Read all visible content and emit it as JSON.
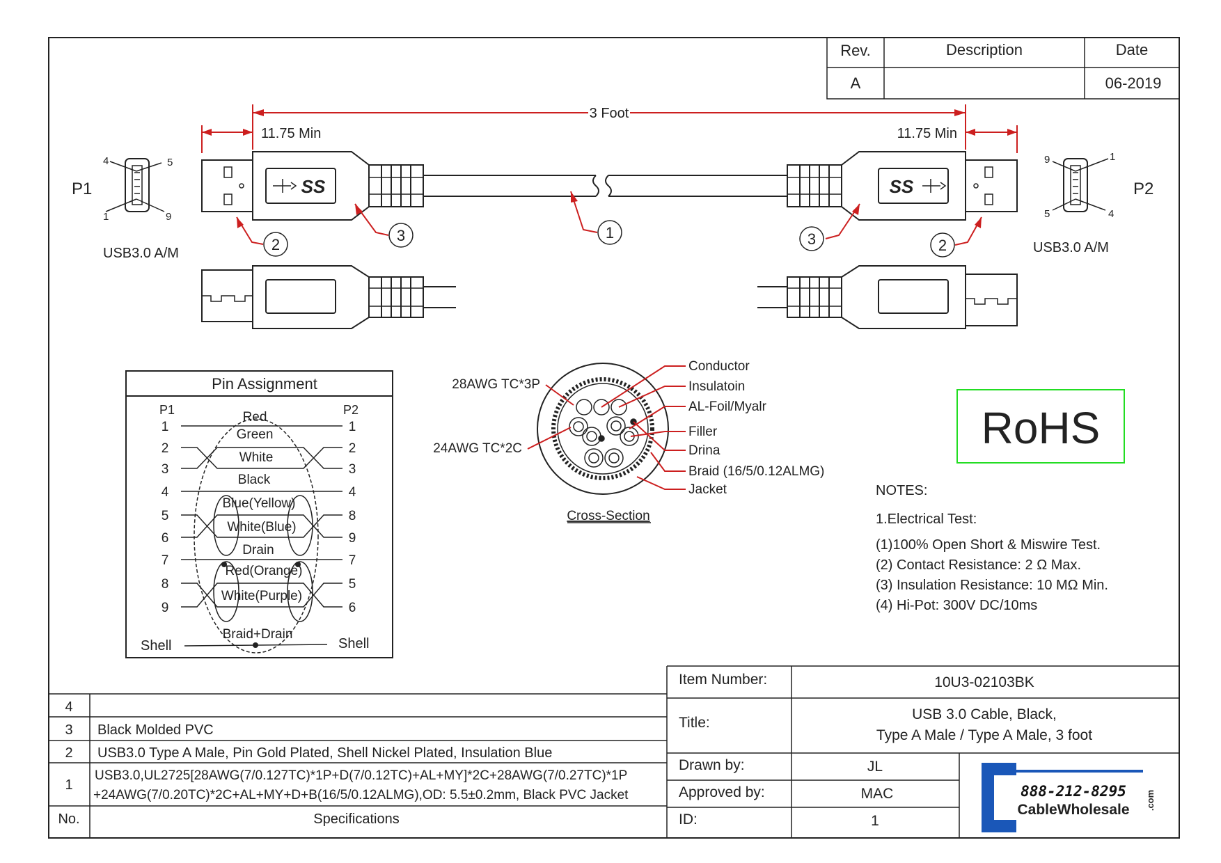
{
  "revision_block": {
    "headers": {
      "rev": "Rev.",
      "description": "Description",
      "date": "Date"
    },
    "row": {
      "rev": "A",
      "description": "",
      "date": "06-2019"
    }
  },
  "dimensions": {
    "overall": "3 Foot",
    "left_min": "11.75 Min",
    "right_min": "11.75 Min"
  },
  "connectors": {
    "p1_label": "P1",
    "p2_label": "P2",
    "p1_type": "USB3.0 A/M",
    "p2_type": "USB3.0 A/M",
    "p1_pins": {
      "tl": "4",
      "tr": "5",
      "bl": "1",
      "br": "9"
    },
    "p2_pins": {
      "tl": "9",
      "tr": "1",
      "bl": "5",
      "br": "4"
    },
    "logo_text": "SS",
    "callouts": {
      "cable": "1",
      "connector": "2",
      "molding": "3"
    }
  },
  "pin_assignment": {
    "title": "Pin Assignment",
    "p1_header": "P1",
    "p2_header": "P2",
    "left_pins": [
      "1",
      "2",
      "3",
      "4",
      "5",
      "6",
      "7",
      "8",
      "9"
    ],
    "right_pins": [
      "1",
      "2",
      "3",
      "4",
      "8",
      "9",
      "7",
      "5",
      "6"
    ],
    "wires": [
      "Red",
      "Green",
      "White",
      "Black",
      "Blue(Yellow)",
      "White(Blue)",
      "Drain",
      "Red(Orange)",
      "White(Purple)"
    ],
    "shell_left": "Shell",
    "shell_right": "Shell",
    "shell_wire": "Braid+Drain"
  },
  "cross_section": {
    "caption": "Cross-Section",
    "left_labels": [
      "28AWG TC*3P",
      "24AWG TC*2C"
    ],
    "right_labels": [
      "Conductor",
      "Insulatoin",
      "AL-Foil/Myalr",
      "Filler",
      "Drina",
      "Braid (16/5/0.12ALMG)",
      "Jacket"
    ]
  },
  "rohs": {
    "text": "RoHS",
    "color": "#22dd22"
  },
  "notes": {
    "title": "NOTES:",
    "items": [
      "1.Electrical Test:",
      "(1)100% Open Short & Miswire Test.",
      "(2) Contact Resistance: 2 Ω  Max.",
      "(3) Insulation Resistance: 10 MΩ  Min.",
      "(4) Hi-Pot: 300V DC/10ms"
    ]
  },
  "spec_table": {
    "rows": [
      {
        "no": "4",
        "spec": ""
      },
      {
        "no": "3",
        "spec": "Black Molded PVC"
      },
      {
        "no": "2",
        "spec": "USB3.0 Type A Male, Pin Gold Plated, Shell Nickel Plated, Insulation Blue"
      },
      {
        "no": "1",
        "spec_line1": "USB3.0,UL2725[28AWG(7/0.127TC)*1P+D(7/0.12TC)+AL+MY]*2C+28AWG(7/0.27TC)*1P",
        "spec_line2": "+24AWG(7/0.20TC)*2C+AL+MY+D+B(16/5/0.12ALMG),OD: 5.5±0.2mm, Black PVC Jacket"
      }
    ],
    "header": {
      "no": "No.",
      "spec": "Specifications"
    }
  },
  "title_block": {
    "item_number_label": "Item Number:",
    "item_number": "10U3-02103BK",
    "title_label": "Title:",
    "title_line1": "USB 3.0 Cable, Black,",
    "title_line2": "Type A Male / Type A Male, 3 foot",
    "drawn_by_label": "Drawn by:",
    "drawn_by": "JL",
    "approved_by_label": "Approved by:",
    "approved_by": "MAC",
    "id_label": "ID:",
    "id": "1"
  },
  "logo": {
    "phone": "888-212-8295",
    "brand": "CableWholesale",
    "suffix": ".com",
    "color": "#1a57b8"
  }
}
